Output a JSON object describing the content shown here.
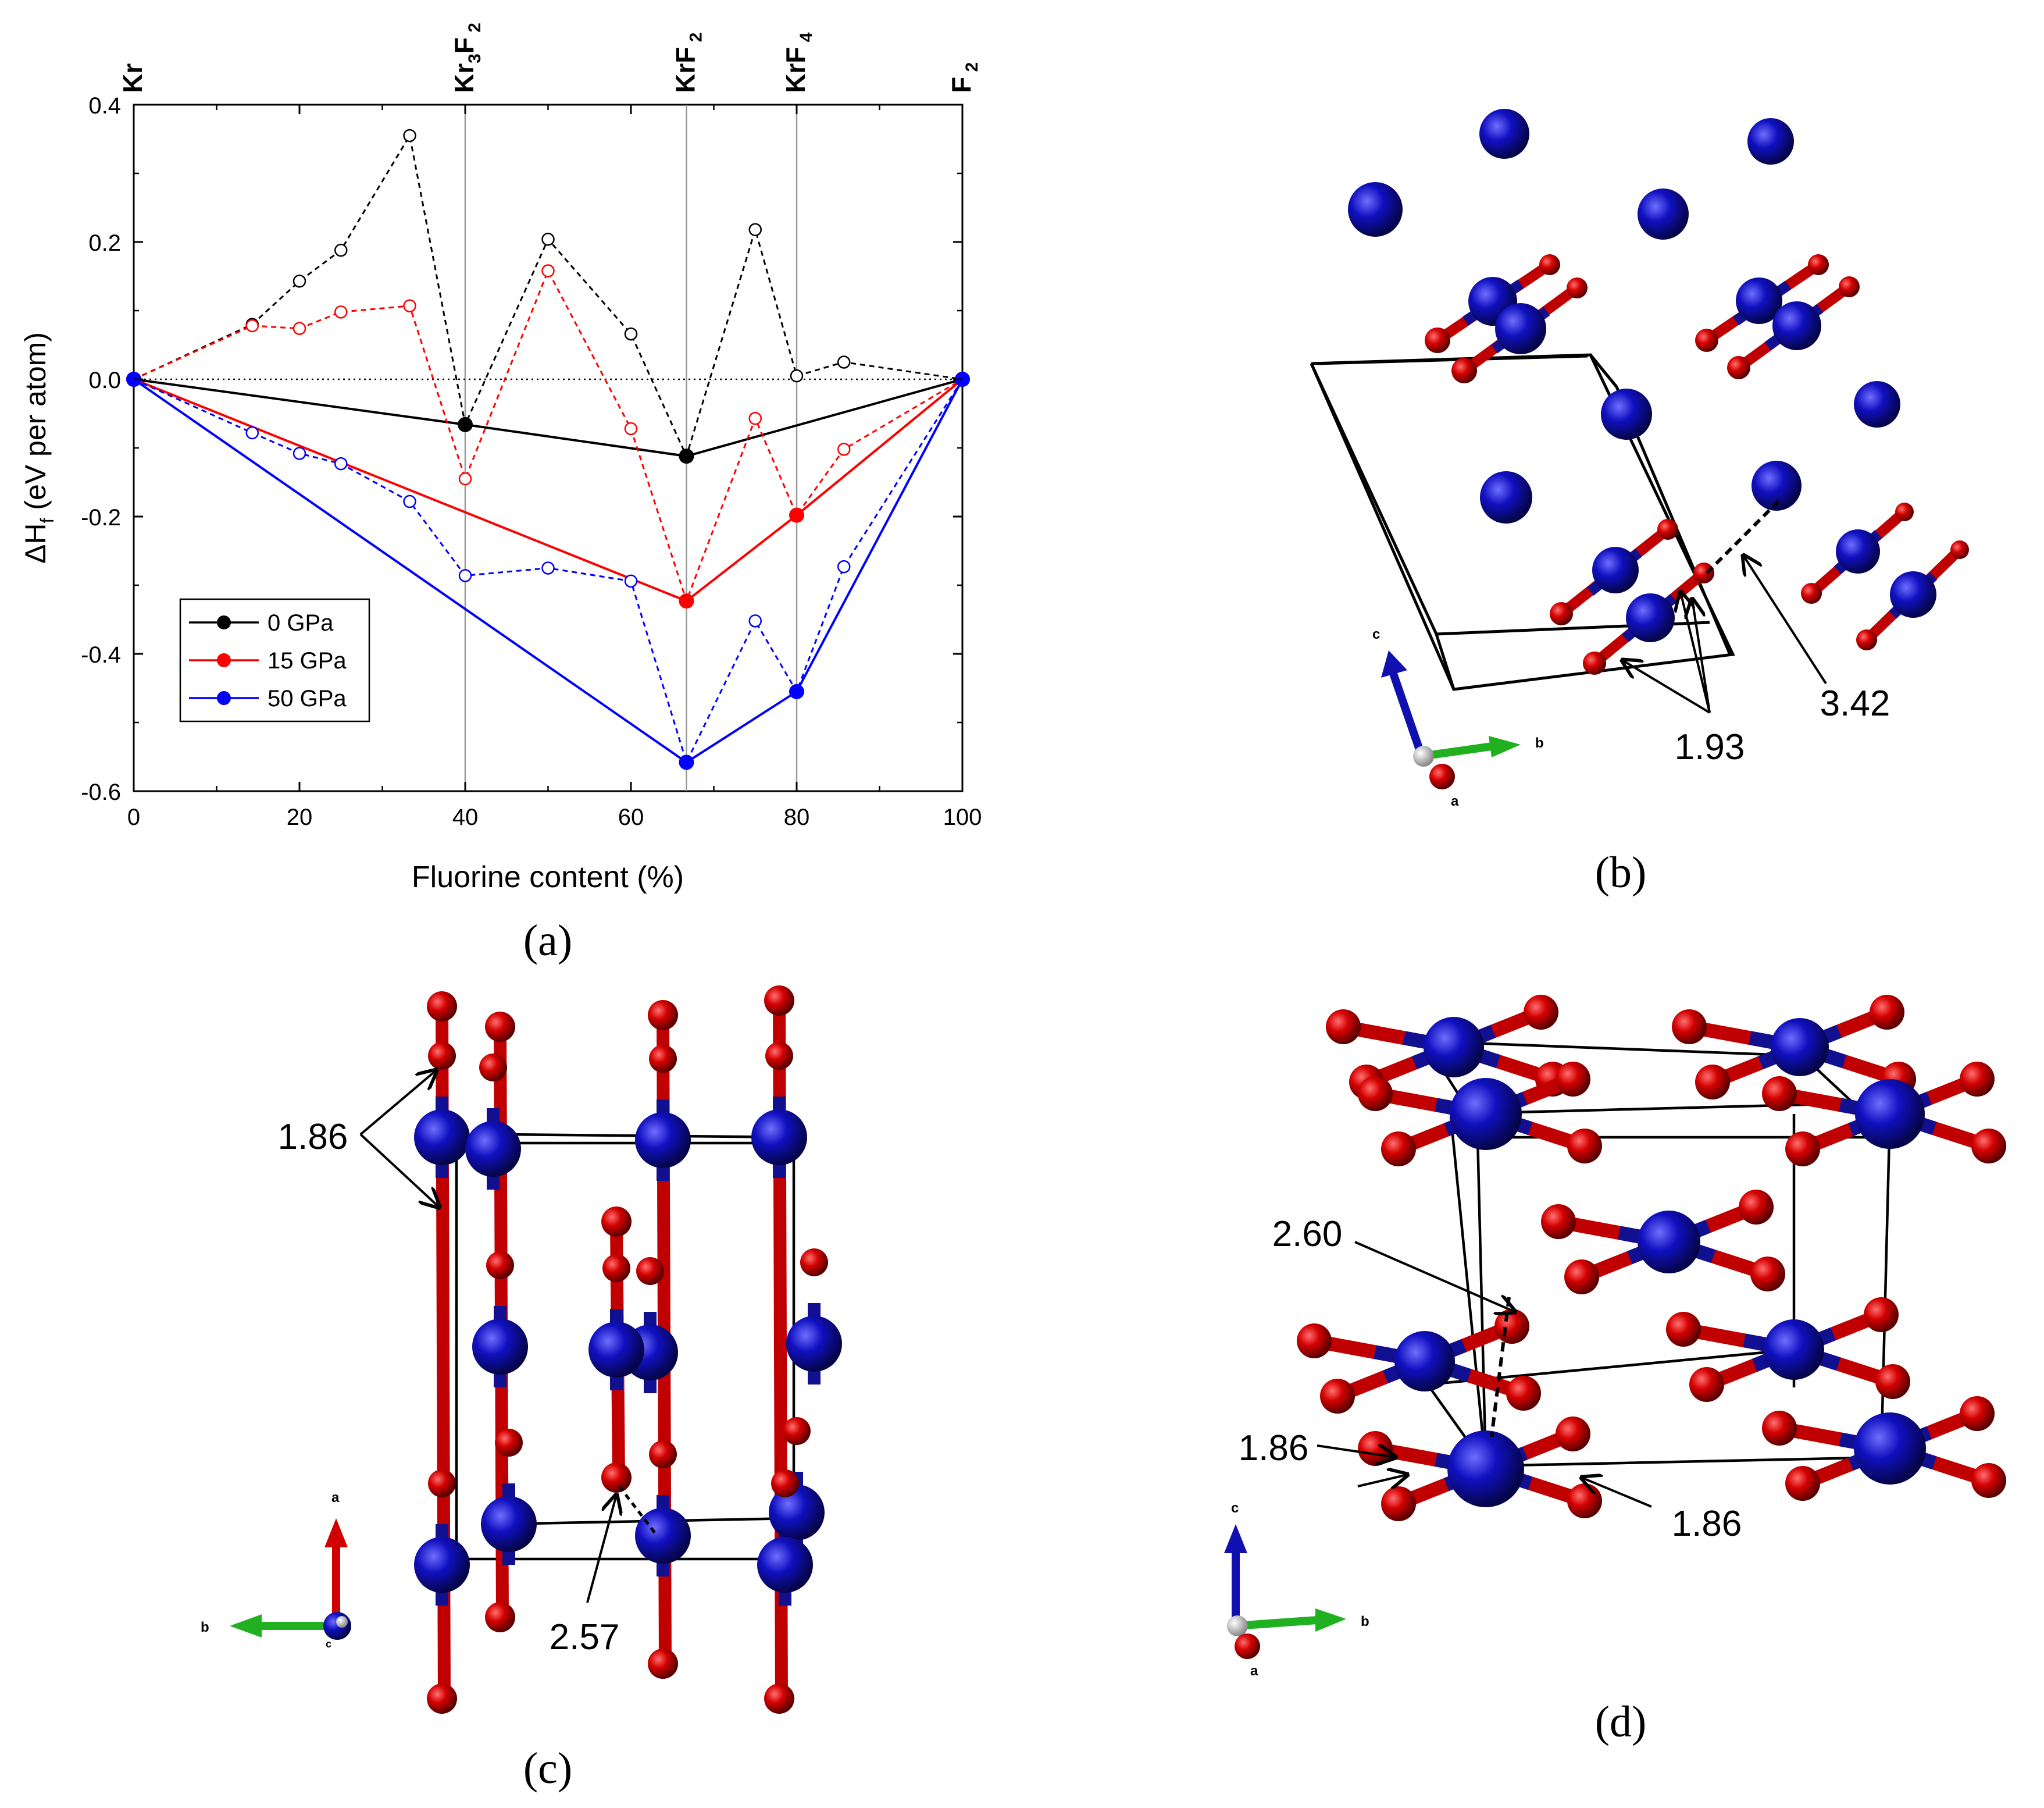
{
  "colors": {
    "black": "#000000",
    "red": "#ff0000",
    "blue": "#0000ff",
    "atom_kr": "#0a0a9a",
    "atom_f": "#cc0000",
    "axis_green": "#22bb22"
  },
  "panels": {
    "a": {
      "label": "(a)"
    },
    "b": {
      "label": "(b)",
      "dist_1": "1.93",
      "dist_2": "3.42",
      "axis_c": "c",
      "axis_b": "b",
      "axis_a": "a"
    },
    "c": {
      "label": "(c)",
      "dist_1": "1.86",
      "dist_2": "2.57",
      "axis_a": "a",
      "axis_b": "b",
      "axis_c": "c"
    },
    "d": {
      "label": "(d)",
      "dist_1": "2.60",
      "dist_2": "1.86",
      "dist_3": "1.86",
      "axis_c": "c",
      "axis_b": "b",
      "axis_a": "a"
    }
  },
  "chart_data": {
    "type": "line",
    "xlabel": "Fluorine content (%)",
    "ylabel_main": "ΔH",
    "ylabel_sub": "f",
    "ylabel_rest": " (eV per atom)",
    "xlim": [
      0,
      100
    ],
    "ylim": [
      -0.6,
      0.4
    ],
    "xticks": [
      0,
      20,
      40,
      60,
      80,
      100
    ],
    "yticks": [
      -0.6,
      -0.4,
      -0.2,
      0.0,
      0.2,
      0.4
    ],
    "ytick_labels": [
      "-0.6",
      "-0.4",
      "-0.2",
      "0.0",
      "0.2",
      "0.4"
    ],
    "top_labels": [
      {
        "x": 0,
        "main": "Kr",
        "sub1": "",
        "mid": "",
        "sub2": ""
      },
      {
        "x": 40,
        "main": "Kr",
        "sub1": "3",
        "mid": "F",
        "sub2": "2"
      },
      {
        "x": 66.7,
        "main": "KrF",
        "sub1": "",
        "mid": "",
        "sub2": "2"
      },
      {
        "x": 80,
        "main": "KrF",
        "sub1": "",
        "mid": "",
        "sub2": "4"
      },
      {
        "x": 100,
        "main": "F",
        "sub1": "",
        "mid": "",
        "sub2": "2"
      }
    ],
    "vertical_lines": [
      40,
      66.7,
      80
    ],
    "legend": "inside-lower-left",
    "series": [
      {
        "name": "0 GPa",
        "color": "#000000",
        "hull": [
          [
            0,
            0
          ],
          [
            40,
            -0.066
          ],
          [
            66.7,
            -0.112
          ],
          [
            100,
            0
          ]
        ],
        "all": [
          [
            0,
            0
          ],
          [
            14.3,
            0.08
          ],
          [
            20,
            0.143
          ],
          [
            25,
            0.188
          ],
          [
            33.3,
            0.355
          ],
          [
            40,
            -0.066
          ],
          [
            50,
            0.204
          ],
          [
            60,
            0.066
          ],
          [
            66.7,
            -0.112
          ],
          [
            75,
            0.218
          ],
          [
            80,
            0.005
          ],
          [
            85.7,
            0.025
          ],
          [
            100,
            0
          ]
        ]
      },
      {
        "name": "15 GPa",
        "color": "#ff0000",
        "hull": [
          [
            0,
            0
          ],
          [
            66.7,
            -0.323
          ],
          [
            80,
            -0.198
          ],
          [
            100,
            0
          ]
        ],
        "all": [
          [
            0,
            0
          ],
          [
            14.3,
            0.078
          ],
          [
            20,
            0.074
          ],
          [
            25,
            0.098
          ],
          [
            33.3,
            0.107
          ],
          [
            40,
            -0.145
          ],
          [
            50,
            0.158
          ],
          [
            60,
            -0.072
          ],
          [
            66.7,
            -0.323
          ],
          [
            75,
            -0.057
          ],
          [
            80,
            -0.198
          ],
          [
            85.7,
            -0.102
          ],
          [
            100,
            0
          ]
        ]
      },
      {
        "name": "50 GPa",
        "color": "#0000ff",
        "hull": [
          [
            0,
            0
          ],
          [
            66.7,
            -0.558
          ],
          [
            80,
            -0.455
          ],
          [
            100,
            0
          ]
        ],
        "all": [
          [
            0,
            0
          ],
          [
            14.3,
            -0.078
          ],
          [
            20,
            -0.108
          ],
          [
            25,
            -0.123
          ],
          [
            33.3,
            -0.178
          ],
          [
            40,
            -0.286
          ],
          [
            50,
            -0.275
          ],
          [
            60,
            -0.294
          ],
          [
            66.7,
            -0.558
          ],
          [
            75,
            -0.352
          ],
          [
            80,
            -0.455
          ],
          [
            85.7,
            -0.273
          ],
          [
            100,
            0
          ]
        ]
      }
    ]
  }
}
